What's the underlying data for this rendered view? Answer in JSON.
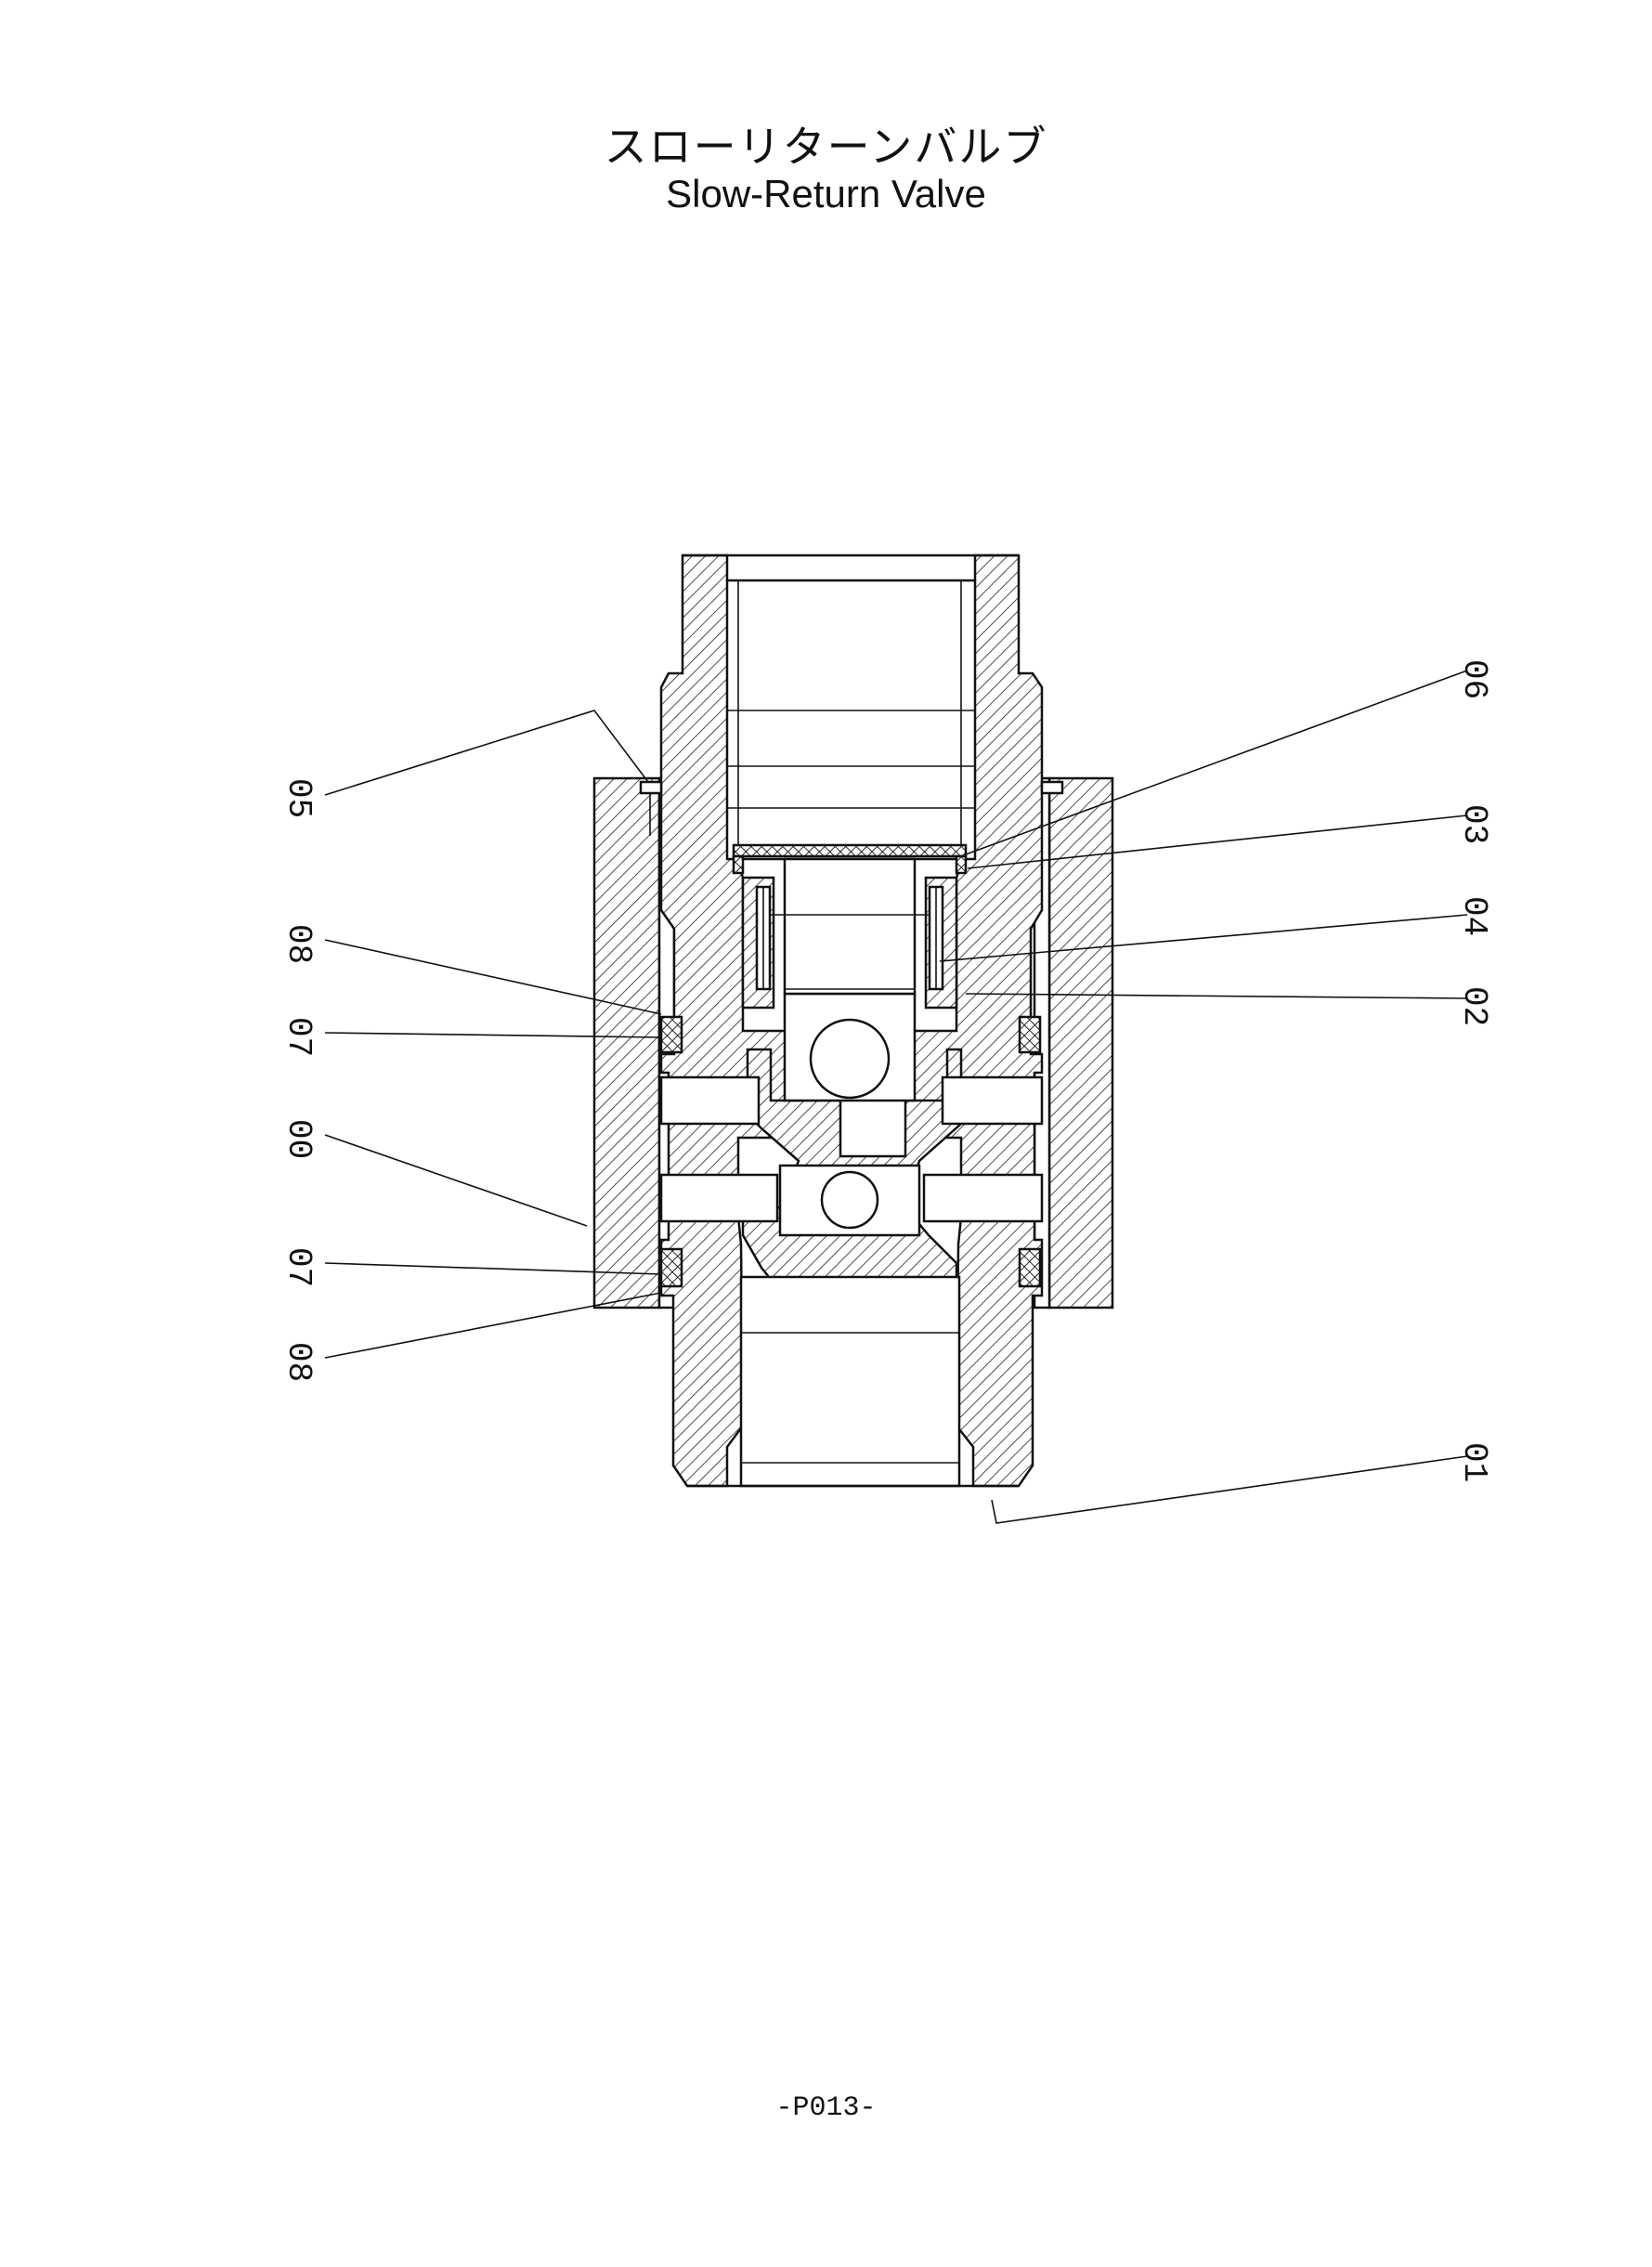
{
  "title": {
    "japanese": "スローリターンバルブ",
    "english": "Slow-Return Valve"
  },
  "page_number": "-P013-",
  "part_labels": {
    "p06": "06",
    "p05": "05",
    "p03": "03",
    "p04": "04",
    "p08a": "08",
    "p02": "02",
    "p07a": "07",
    "p00": "00",
    "p07b": "07",
    "p08b": "08",
    "p01": "01"
  }
}
